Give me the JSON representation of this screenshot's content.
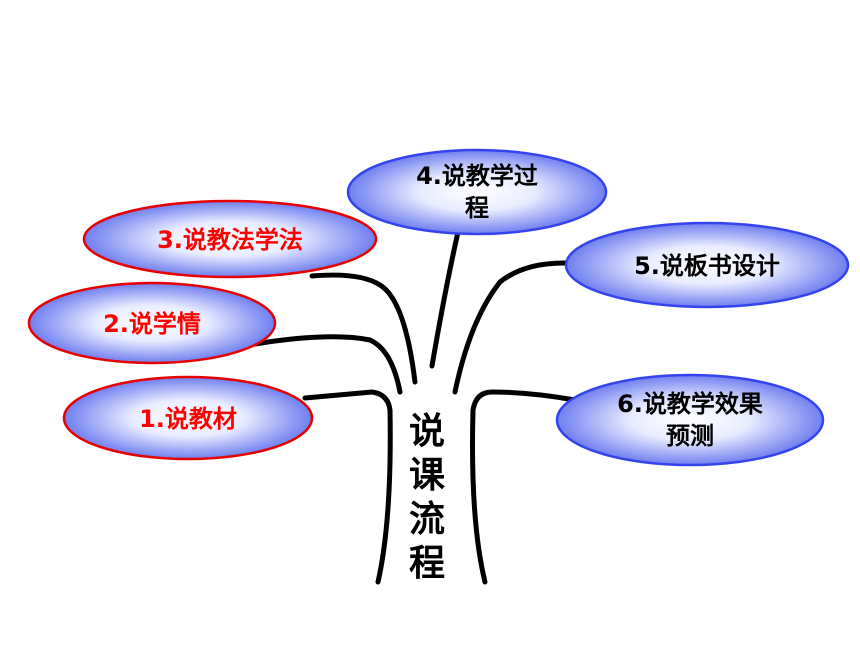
{
  "center": {
    "chars": [
      "说",
      "课",
      "流",
      "程"
    ]
  },
  "colors": {
    "left_text": "#ff0000",
    "left_border": "#e60000",
    "right_text": "#000000",
    "right_border": "#3344ee",
    "ellipse_center": "#ffffff",
    "ellipse_edge": "#6f7ff0",
    "branch": "#000000"
  },
  "nodes": [
    {
      "id": "n1",
      "lines": [
        "1.说教材"
      ],
      "side": "left"
    },
    {
      "id": "n2",
      "lines": [
        "2.说学情"
      ],
      "side": "left"
    },
    {
      "id": "n3",
      "lines": [
        "3.说教法学法"
      ],
      "side": "left"
    },
    {
      "id": "n4",
      "lines": [
        "4.说教学过",
        "程"
      ],
      "side": "right"
    },
    {
      "id": "n5",
      "lines": [
        "5.说板书设计"
      ],
      "side": "right"
    },
    {
      "id": "n6",
      "lines": [
        "6.说教学效果",
        "预测"
      ],
      "side": "right"
    }
  ]
}
